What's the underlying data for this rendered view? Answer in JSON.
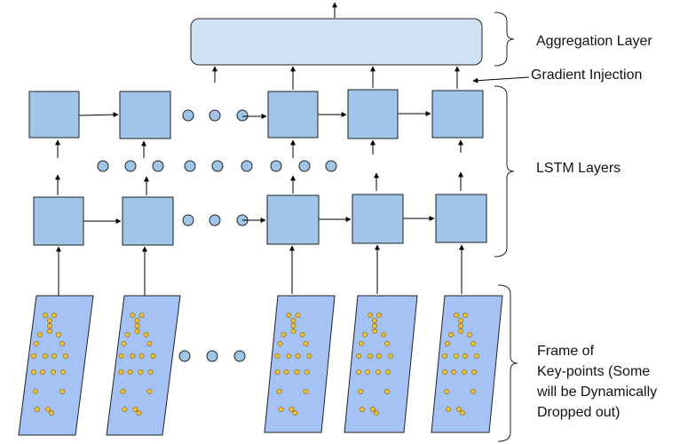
{
  "labels": {
    "aggregation": "Aggregation Layer",
    "gradient": "Gradient Injection",
    "lstm": "LSTM Layers",
    "frame_lines": [
      "Frame of",
      "Key-points (Some",
      "will be Dynamically",
      "Dropped out)"
    ]
  },
  "colors": {
    "lstm_box": "#9fc5e8",
    "aggregation_box": "#cfe2f3",
    "frame_fill": "#a4c2f4",
    "keypoint": "#f1c232",
    "stroke": "#000000"
  }
}
